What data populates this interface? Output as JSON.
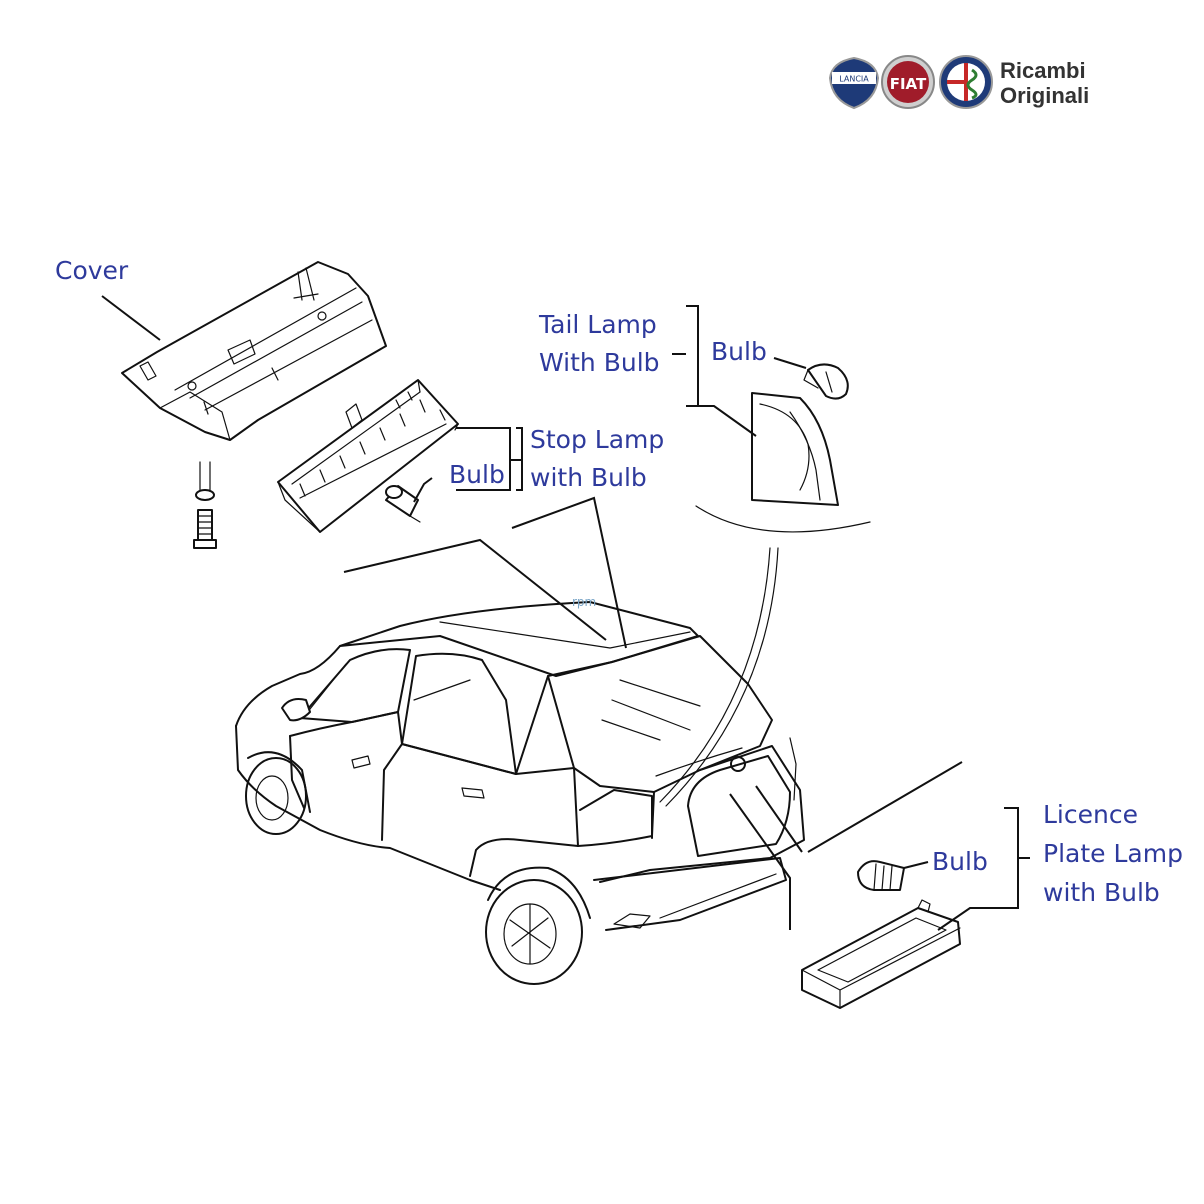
{
  "brand": {
    "logos": [
      "lancia-logo",
      "fiat-logo",
      "alfa-romeo-logo"
    ],
    "text_line1": "Ricambi",
    "text_line2": "Originali",
    "lancia_text": "LANCIA",
    "fiat_text": "FIAT"
  },
  "watermark": "rpm",
  "colors": {
    "label": "#2e3a9c",
    "fiat_red": "#a01c2a",
    "lancia_blue": "#1e3a78",
    "line": "#111111"
  },
  "labels": {
    "cover": "Cover",
    "tail_lamp_line1": "Tail Lamp",
    "tail_lamp_line2": "With Bulb",
    "tail_bulb": "Bulb",
    "stop_lamp_line1": "Stop Lamp",
    "stop_lamp_line2": "with Bulb",
    "stop_bulb": "Bulb",
    "licence_bulb": "Bulb",
    "licence_line1": "Licence",
    "licence_line2": "Plate Lamp",
    "licence_line3": "with Bulb"
  }
}
